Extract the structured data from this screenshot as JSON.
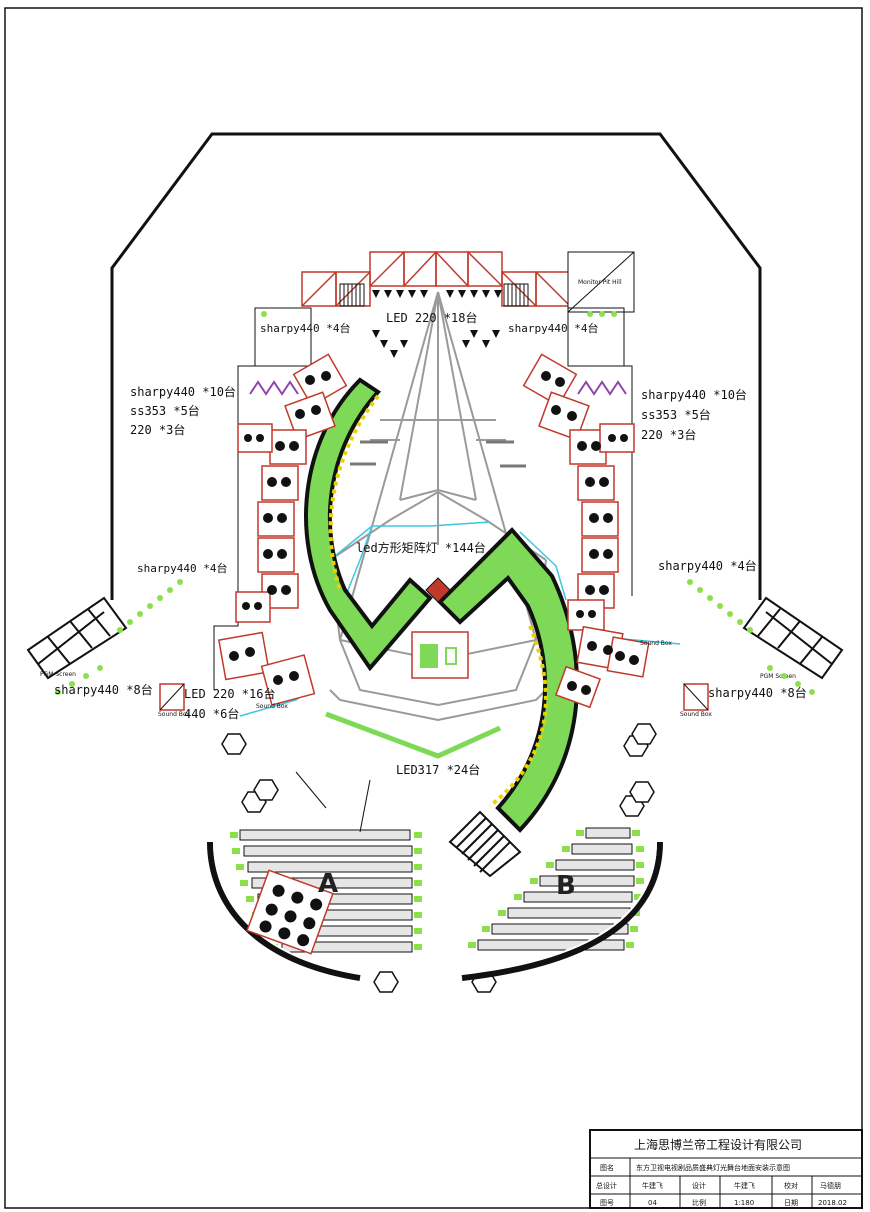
{
  "labels": {
    "top_led": "LED 220 *18台",
    "top_sharpy_left": "sharpy440 *4台",
    "top_sharpy_right": "sharpy440 *4台",
    "left_group_line1": "sharpy440 *10台",
    "left_group_line2": "ss353 *5台",
    "left_group_line3": "220 *3台",
    "right_group_line1": "sharpy440 *10台",
    "right_group_line2": "ss353 *5台",
    "right_group_line3": "220 *3台",
    "mid_left_sharpy": "sharpy440 *4台",
    "mid_right_sharpy": "sharpy440 *4台",
    "center_led_net": "led方形矩阵灯 *144台",
    "low_left_sharpy": "sharpy440 *8台",
    "low_right_sharpy": "sharpy440 *8台",
    "low_led": "LED 220 *16台",
    "low_led_extra": "440 *6台",
    "front_led": "LED317 *24台",
    "monitor_label": "Monitor Pit Hill",
    "pgm_left": "PGM Screen",
    "pgm_right": "PGM Screen",
    "sound_box_1": "Sound Box",
    "sound_box_2": "Sound Box",
    "sound_box_3": "Sound Box",
    "sound_box_4": "Sound Box",
    "section_a": "A",
    "section_b": "B"
  },
  "title_block": {
    "company": "上海思博兰帝工程设计有限公司",
    "row1_label": "图名",
    "row1_value": "东方卫视电视剧品质盛典灯光舞台地面安装示意图",
    "row2": [
      "总设计",
      "牛建飞",
      "设计",
      "牛建飞",
      "校对",
      "马德朋"
    ],
    "row3": [
      "图号",
      "04",
      "比例",
      "1:180",
      "日期",
      "2018.02"
    ]
  },
  "colors": {
    "stage_green": "#7ed957",
    "truss_red": "#c0392b",
    "cyan_line": "#3ec6e0",
    "yellow_led": "#e8d200",
    "green_dots": "#8ee04a",
    "outline": "#111111"
  }
}
